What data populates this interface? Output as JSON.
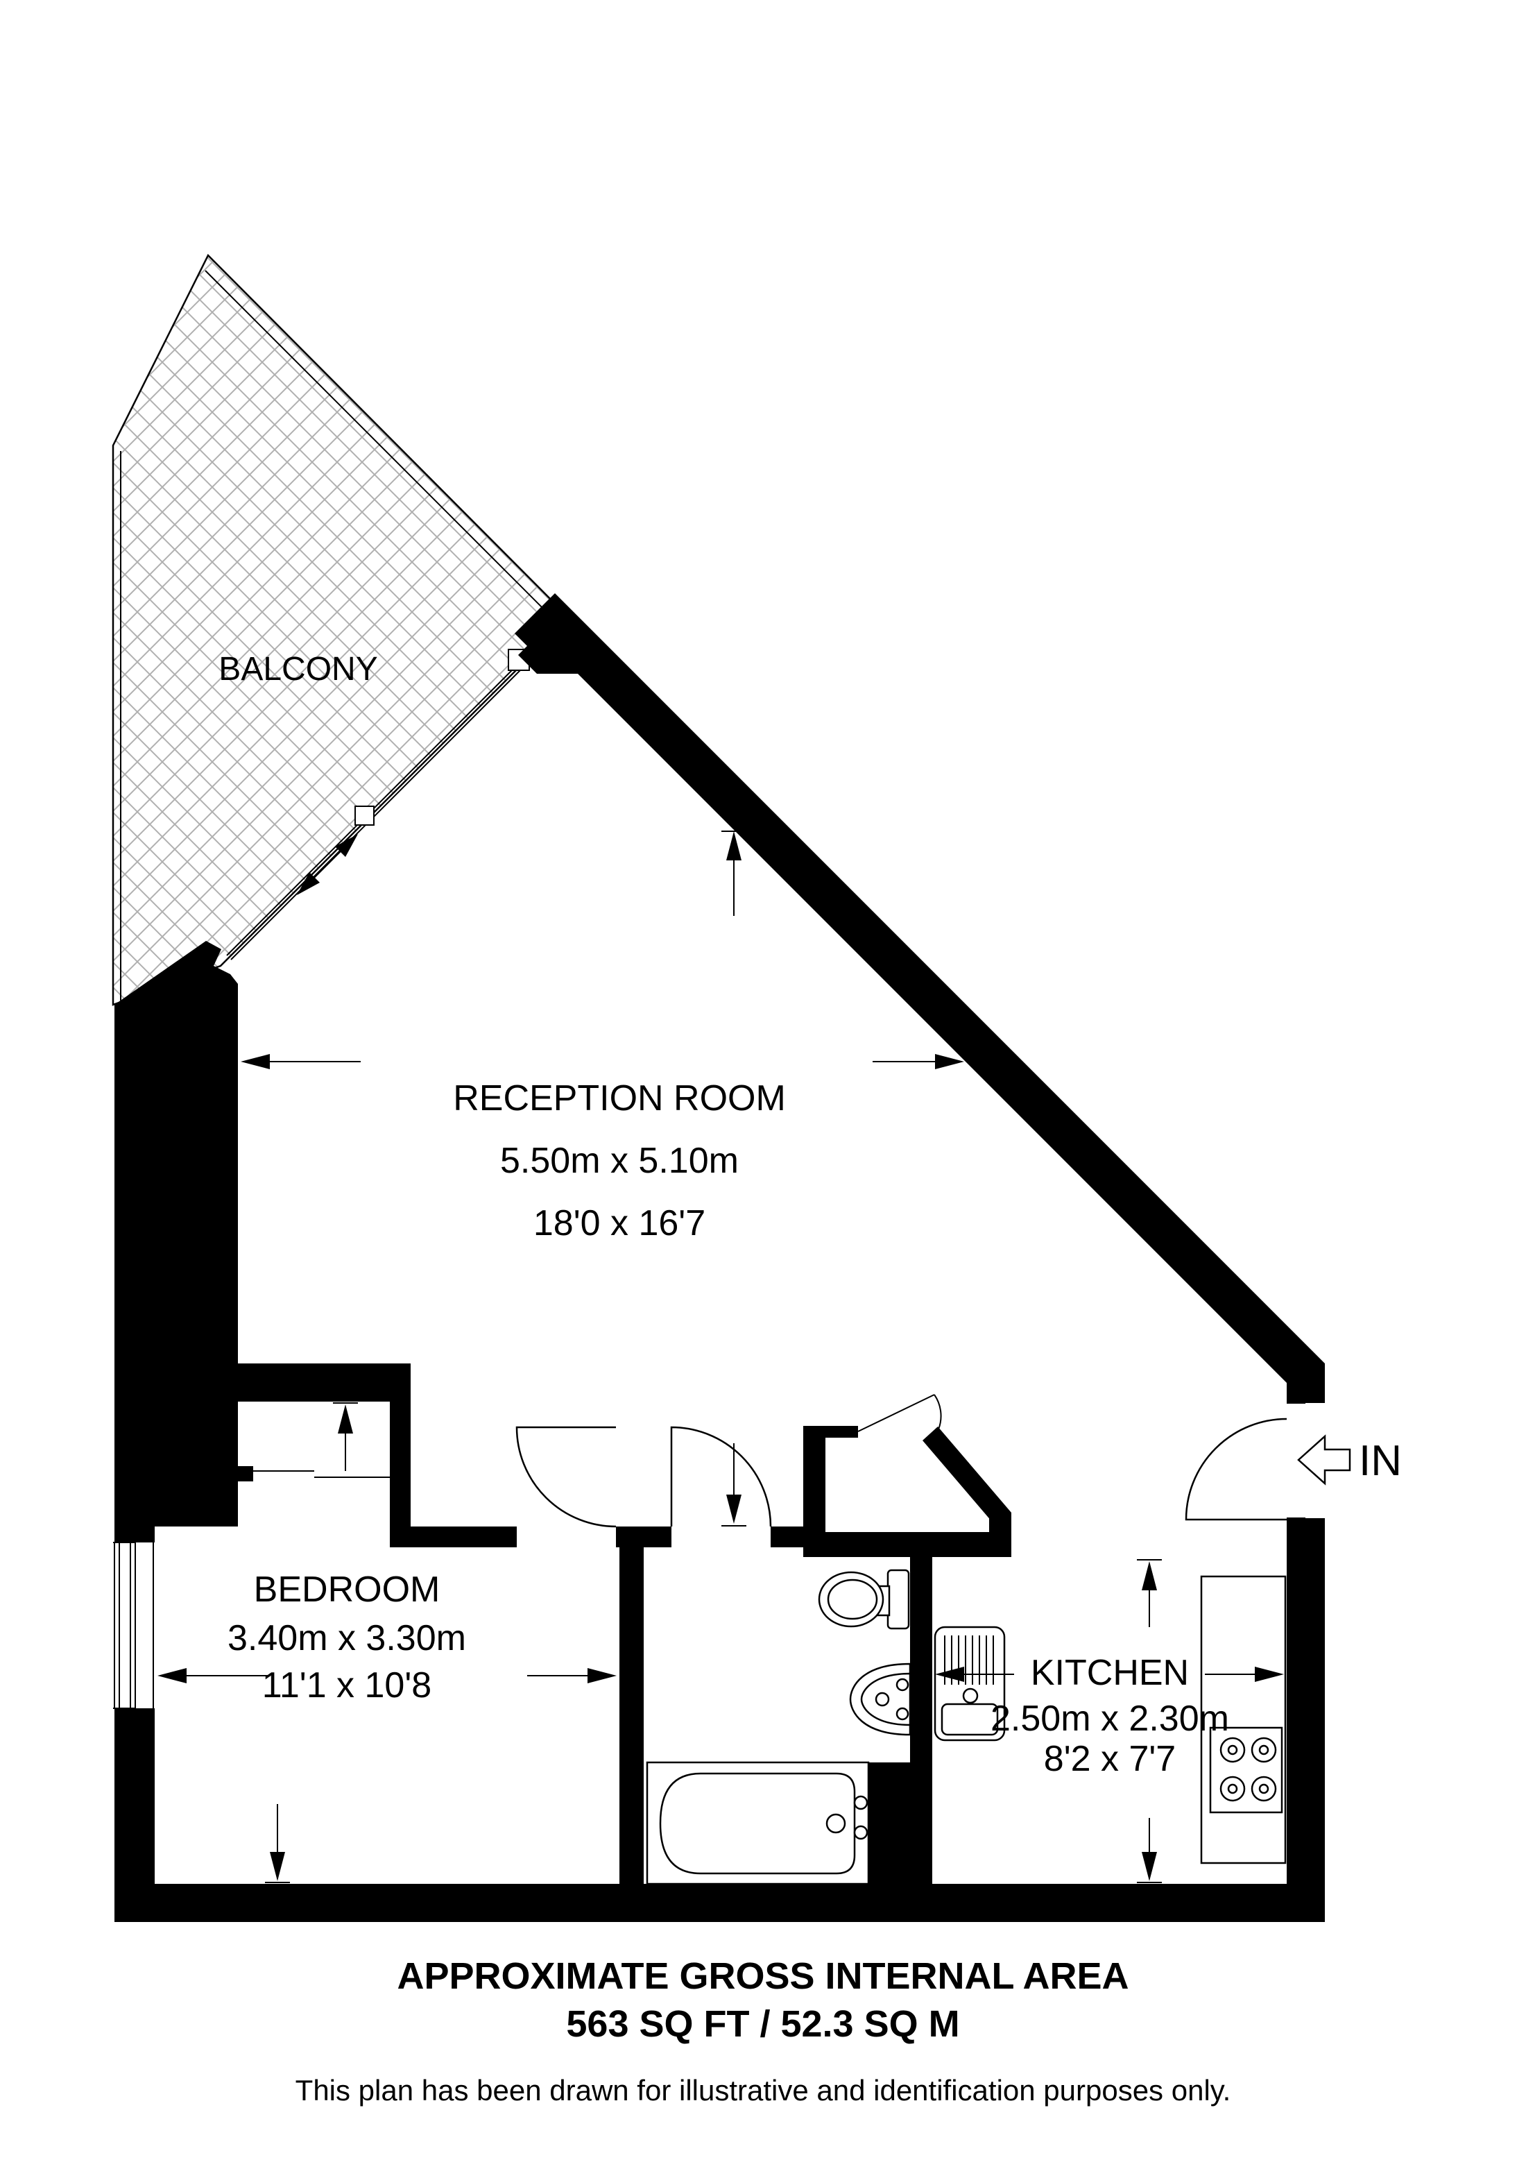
{
  "plan": {
    "balcony": {
      "label": "BALCONY"
    },
    "reception": {
      "label": "RECEPTION ROOM",
      "size_metric": "5.50m x 5.10m",
      "size_imperial": "18'0 x 16'7"
    },
    "bedroom": {
      "label": "BEDROOM",
      "size_metric": "3.40m x 3.30m",
      "size_imperial": "11'1 x 10'8"
    },
    "kitchen": {
      "label": "KITCHEN",
      "size_metric": "2.50m x 2.30m",
      "size_imperial": "8'2 x 7'7"
    },
    "entrance": {
      "label": "IN"
    }
  },
  "footer": {
    "area_title": "APPROXIMATE GROSS INTERNAL AREA",
    "area_value": "563 SQ FT / 52.3 SQ M",
    "disclaimer": "This plan has been drawn for illustrative and identification purposes only."
  },
  "colors": {
    "wall": "#000000",
    "hatch": "#b0b0b0",
    "background": "#ffffff"
  }
}
